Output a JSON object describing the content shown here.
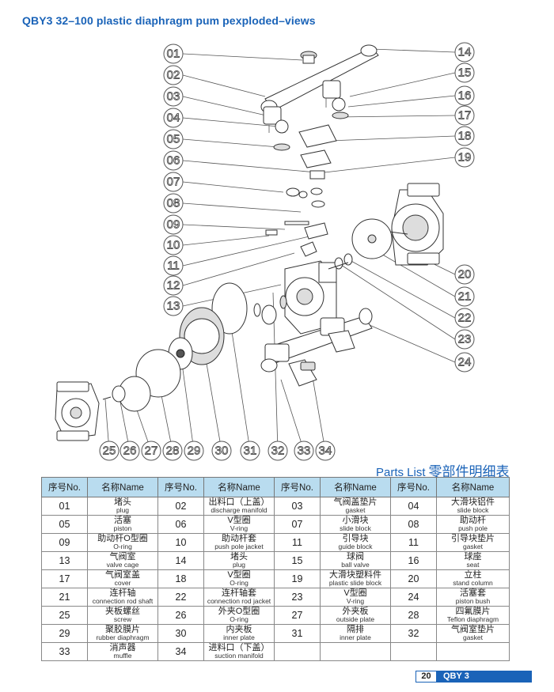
{
  "header": {
    "title": "QBY3 32–100 plastic diaphragm pum pexploded–views"
  },
  "callouts": {
    "left": [
      "01",
      "02",
      "03",
      "04",
      "05",
      "06",
      "07",
      "08",
      "09",
      "10",
      "11",
      "12",
      "13"
    ],
    "right": [
      "14",
      "15",
      "16",
      "17",
      "18",
      "19",
      "20",
      "21",
      "22",
      "23",
      "24"
    ],
    "bottom": [
      "25",
      "26",
      "27",
      "28",
      "29",
      "30",
      "31",
      "32",
      "33",
      "34"
    ]
  },
  "parts_list": {
    "heading_en": "Parts List",
    "heading_zh": "零部件明细表",
    "columns": [
      "序号No.",
      "名称Name",
      "序号No.",
      "名称Name",
      "序号No.",
      "名称Name",
      "序号No.",
      "名称Name"
    ],
    "rows": [
      [
        {
          "no": "01",
          "zh": "堵头",
          "en": "plug"
        },
        {
          "no": "02",
          "zh": "出料口（上盖）",
          "en": "discharge manifold"
        },
        {
          "no": "03",
          "zh": "气阀盖垫片",
          "en": "gasket"
        },
        {
          "no": "04",
          "zh": "大滑块铝件",
          "en": "slide block"
        }
      ],
      [
        {
          "no": "05",
          "zh": "活塞",
          "en": "piston"
        },
        {
          "no": "06",
          "zh": "V型圈",
          "en": "V-ring"
        },
        {
          "no": "07",
          "zh": "小滑块",
          "en": "slide block"
        },
        {
          "no": "08",
          "zh": "助动杆",
          "en": "push pole"
        }
      ],
      [
        {
          "no": "09",
          "zh": "助动杆O型圈",
          "en": "O-ring"
        },
        {
          "no": "10",
          "zh": "助动杆套",
          "en": "push pole jacket"
        },
        {
          "no": "11",
          "zh": "引导块",
          "en": "guide block"
        },
        {
          "no": "11",
          "zh": "引导块垫片",
          "en": "gasket"
        }
      ],
      [
        {
          "no": "13",
          "zh": "气阀室",
          "en": "valve cage"
        },
        {
          "no": "14",
          "zh": "堵头",
          "en": "plug"
        },
        {
          "no": "15",
          "zh": "球阀",
          "en": "ball valve"
        },
        {
          "no": "16",
          "zh": "球座",
          "en": "seat"
        }
      ],
      [
        {
          "no": "17",
          "zh": "气阀室盖",
          "en": "cover"
        },
        {
          "no": "18",
          "zh": "V型圈",
          "en": "O-ring"
        },
        {
          "no": "19",
          "zh": "大滑块塑料件",
          "en": "plastic slide block"
        },
        {
          "no": "20",
          "zh": "立柱",
          "en": "stand column"
        }
      ],
      [
        {
          "no": "21",
          "zh": "连杆轴",
          "en": "connection rod shaft"
        },
        {
          "no": "22",
          "zh": "连杆轴套",
          "en": "connection rod jacket"
        },
        {
          "no": "23",
          "zh": "V型圈",
          "en": "V-ring"
        },
        {
          "no": "24",
          "zh": "活塞套",
          "en": "piston bush"
        }
      ],
      [
        {
          "no": "25",
          "zh": "夹板螺丝",
          "en": "screw"
        },
        {
          "no": "26",
          "zh": "外夹O型圈",
          "en": "O-ring"
        },
        {
          "no": "27",
          "zh": "外夹板",
          "en": "outside plate"
        },
        {
          "no": "28",
          "zh": "四氟膜片",
          "en": "Teflon diaphragm"
        }
      ],
      [
        {
          "no": "29",
          "zh": "聚胶膜片",
          "en": "rubber diaphragm"
        },
        {
          "no": "30",
          "zh": "内夹板",
          "en": "inner plate"
        },
        {
          "no": "31",
          "zh": "隔排",
          "en": "inner plate"
        },
        {
          "no": "32",
          "zh": "气阀室垫片",
          "en": "gasket"
        }
      ],
      [
        {
          "no": "33",
          "zh": "消声器",
          "en": "muffle"
        },
        {
          "no": "34",
          "zh": "进料口（下盖）",
          "en": "suction manifold"
        },
        {
          "no": "",
          "zh": "",
          "en": ""
        },
        {
          "no": "",
          "zh": "",
          "en": ""
        }
      ]
    ]
  },
  "footer": {
    "page": "20",
    "model": "QBY 3"
  },
  "colors": {
    "accent": "#1a63b8",
    "table_header": "#b9dcef"
  }
}
